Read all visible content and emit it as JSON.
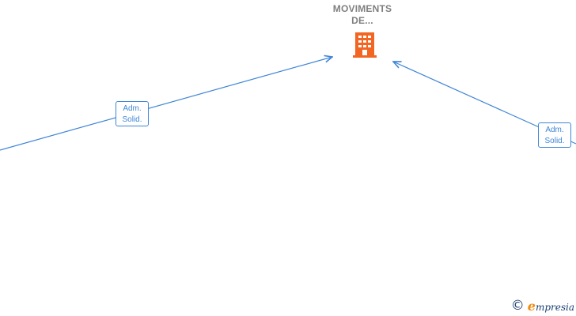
{
  "company": {
    "name_line1": "MOVIMENTS",
    "name_line2": "DE...",
    "icon": "building-icon",
    "icon_color": "#f26522"
  },
  "relations": [
    {
      "line1": "Adm.",
      "line2": "Solid."
    },
    {
      "line1": "Adm.",
      "line2": "Solid."
    }
  ],
  "colors": {
    "connector": "#3f86d6",
    "title": "#7f7f7f"
  },
  "footer": {
    "copyright_symbol": "©",
    "brand_initial": "e",
    "brand_rest": "mpresia"
  }
}
